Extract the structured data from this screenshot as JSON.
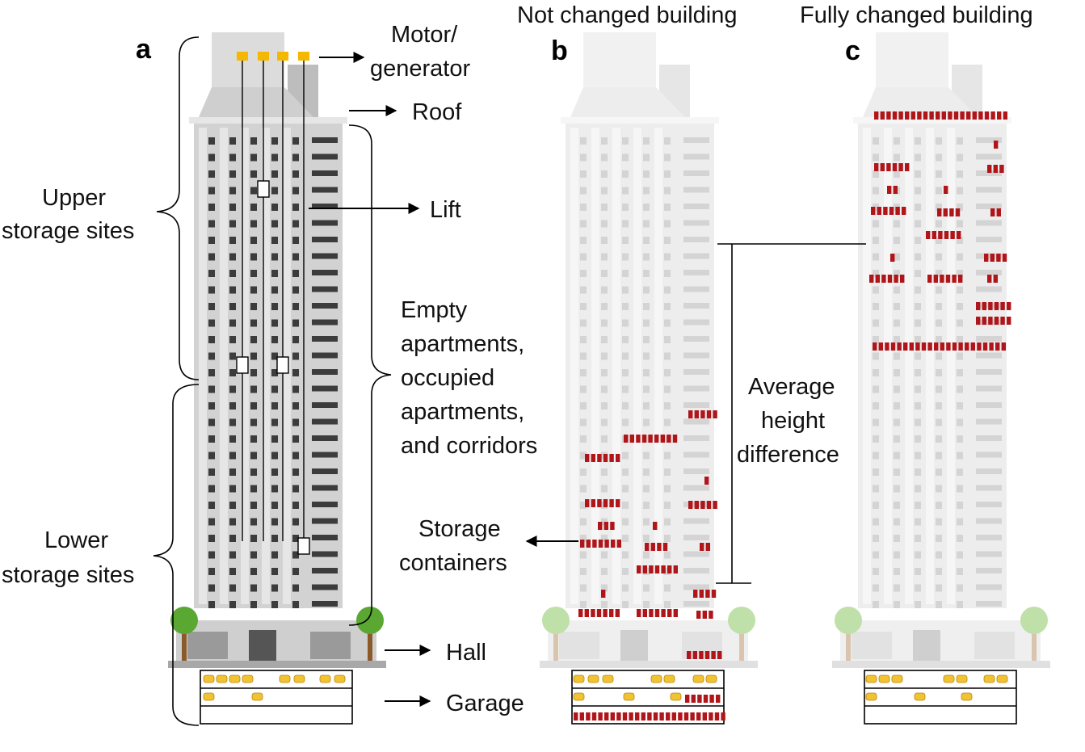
{
  "panels": {
    "a": "a",
    "b": "b",
    "c": "c"
  },
  "titles": {
    "b": "Not changed  building",
    "c": "Fully changed  building"
  },
  "labels": {
    "motor_line1": "Motor/",
    "motor_line2": "generator",
    "roof": "Roof",
    "lift": "Lift",
    "upper_line1": "Upper",
    "upper_line2": "storage  sites",
    "lower_line1": "Lower",
    "lower_line2": "storage  sites",
    "empty_line1": "Empty",
    "empty_line2": "apartments,",
    "empty_line3": "occupied",
    "empty_line4": "apartments,",
    "empty_line5": "and corridors",
    "storage_line1": "Storage",
    "storage_line2": "containers",
    "hall": "Hall",
    "garage": "Garage",
    "avg_line1": "Average",
    "avg_line2": "height",
    "avg_line3": "difference"
  },
  "colors": {
    "container": "#b0151a",
    "motor": "#f5b800",
    "building_a": "#d2d2d2",
    "building_faded": "#ededed",
    "window_dark": "#3c3c3c",
    "window_faded": "#d4d4d4",
    "tree": "#5aa832",
    "car": "#f1c232"
  }
}
